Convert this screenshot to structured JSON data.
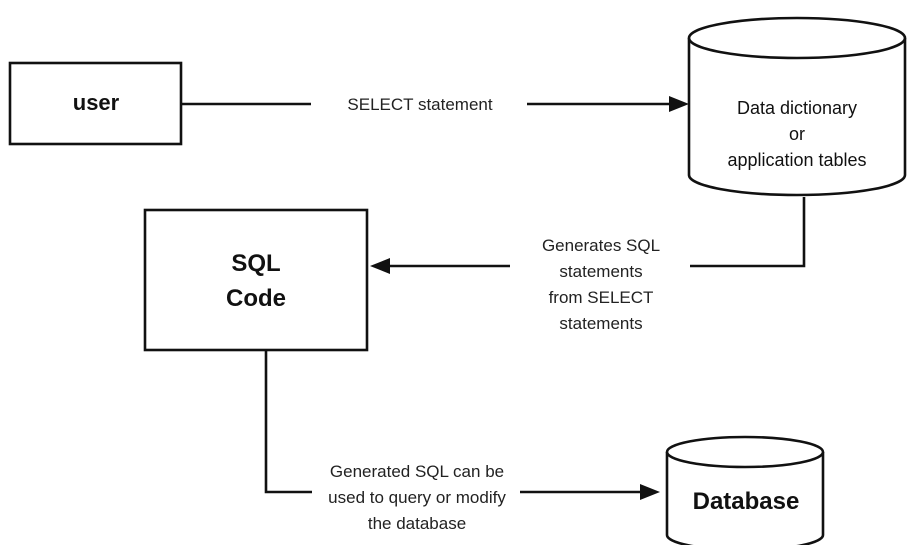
{
  "nodes": {
    "user": {
      "label": "user"
    },
    "data_dictionary": {
      "lines": [
        "Data dictionary",
        "or",
        "application tables"
      ]
    },
    "sql_code": {
      "lines": [
        "SQL",
        "Code"
      ]
    },
    "database": {
      "label": "Database"
    }
  },
  "edges": {
    "user_to_dictionary": {
      "label": "SELECT statement"
    },
    "dictionary_to_sql": {
      "lines": [
        "Generates SQL",
        "statements",
        "from SELECT",
        "statements"
      ]
    },
    "sql_to_database": {
      "lines": [
        "Generated SQL can be",
        "used to query or modify",
        "the database"
      ]
    }
  }
}
